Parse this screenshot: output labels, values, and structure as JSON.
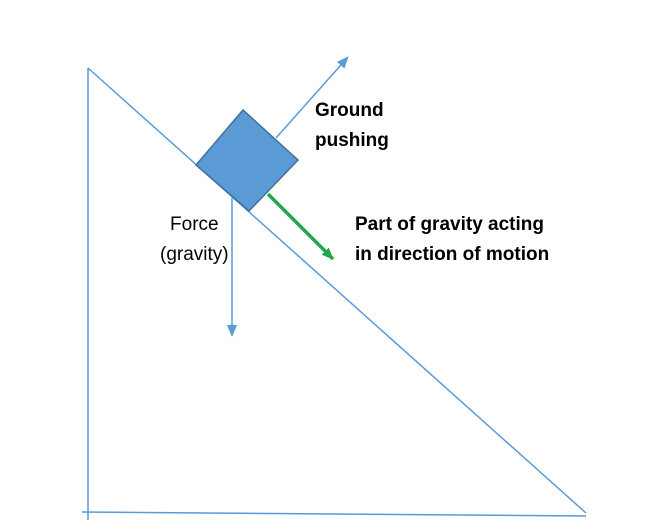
{
  "labels": {
    "ground_line1": "Ground",
    "ground_line2": "pushing",
    "force_line1": "Force",
    "force_line2": "(gravity)",
    "part_line1": "Part of gravity acting",
    "part_line2": "in direction of motion"
  },
  "colors": {
    "line_blue": "#5b9bd5",
    "block_fill": "#5b9bd5",
    "block_stroke": "#41719c",
    "motion_arrow": "#21a84b",
    "text": "#000000"
  }
}
